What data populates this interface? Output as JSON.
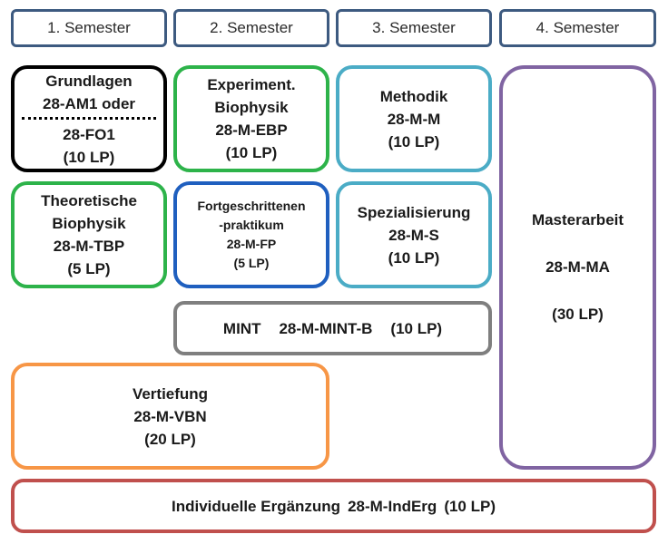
{
  "semesters": [
    "1. Semester",
    "2. Semester",
    "3. Semester",
    "4. Semester"
  ],
  "modules": {
    "grundlagen": {
      "line1": "Grundlagen",
      "line2": "28-AM1 oder",
      "line3": "28-FO1",
      "lp": "(10 LP)",
      "color": "#000000"
    },
    "experiment": {
      "line1": "Experiment.",
      "line2": "Biophysik",
      "code": "28-M-EBP",
      "lp": "(10 LP)",
      "color": "#2db34a"
    },
    "methodik": {
      "name": "Methodik",
      "code": "28-M-M",
      "lp": "(10 LP)",
      "color": "#4bacc6"
    },
    "masterarbeit": {
      "name": "Masterarbeit",
      "code": "28-M-MA",
      "lp": "(30 LP)",
      "color": "#8064a2"
    },
    "theoretische": {
      "line1": "Theoretische",
      "line2": "Biophysik",
      "code": "28-M-TBP",
      "lp": "(5 LP)",
      "color": "#2db34a"
    },
    "fortgeschritten": {
      "line1": "Fortgeschrittenen",
      "line2": "-praktikum",
      "code": "28-M-FP",
      "lp": "(5 LP)",
      "color": "#1f5fbf"
    },
    "spezialisierung": {
      "name": "Spezialisierung",
      "code": "28-M-S",
      "lp": "(10 LP)",
      "color": "#4bacc6"
    },
    "mint": {
      "name": "MINT",
      "code": "28-M-MINT-B",
      "lp": "(10 LP)",
      "color": "#7f7f7f"
    },
    "vertiefung": {
      "name": "Vertiefung",
      "code": "28-M-VBN",
      "lp": "(20 LP)",
      "color": "#f79646"
    },
    "individuell": {
      "name": "Individuelle Ergänzung",
      "code": "28-M-IndErg",
      "lp": "(10 LP)",
      "color": "#c0504d"
    }
  }
}
